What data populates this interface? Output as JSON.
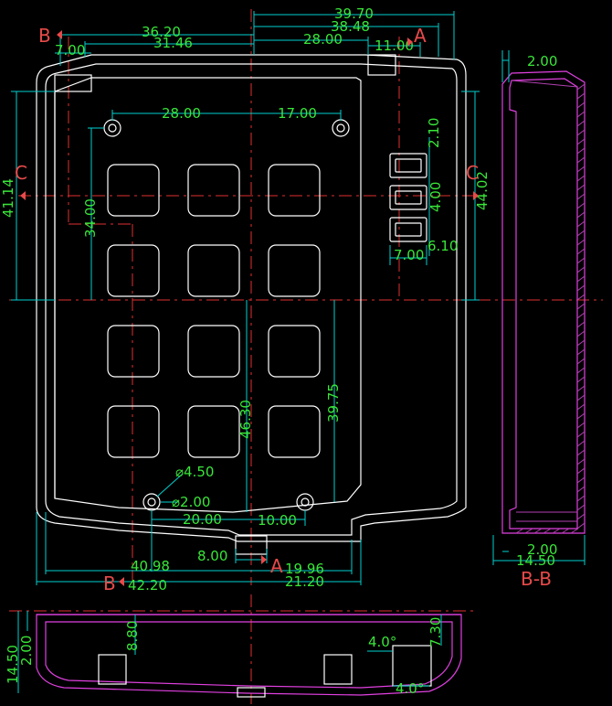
{
  "dimensions": {
    "top_39_70": "39.70",
    "top_38_48": "38.48",
    "top_36_20": "36.20",
    "top_31_46": "31.46",
    "top_28_00": "28.00",
    "top_11_00": "11.00",
    "top_7_00": "7.00",
    "holes_28_00": "28.00",
    "holes_17_00": "17.00",
    "right_2_10": "2.10",
    "right_4_00": "4.00",
    "right_6_10": "6.10",
    "right_7_00": "7.00",
    "right_44_02": "44.02",
    "left_41_14": "41.14",
    "left_34_00": "34.00",
    "mid_46_30": "46.30",
    "mid_39_75": "39.75",
    "hole_4_50": "⌀4.50",
    "hole_2_00": "⌀2.00",
    "bot_20_00": "20.00",
    "bot_10_00": "10.00",
    "bot_8_00": "8.00",
    "bot_40_98": "40.98",
    "bot_42_20": "42.20",
    "bot_19_96": "19.96",
    "bot_21_20": "21.20",
    "sec_2_00_top": "2.00",
    "sec_2_00_bot": "2.00",
    "sec_14_50": "14.50",
    "side_14_50": "14.50",
    "side_2_00": "2.00",
    "side_8_80": "8.80",
    "side_7_30": "7.30",
    "side_4_0_top": "4.0°",
    "side_4_0_bot": "4.0°"
  },
  "labels": {
    "b_top": "B",
    "a_top": "A",
    "a_bot": "A",
    "b_bot": "B",
    "c_left": "C",
    "c_right": "C",
    "section": "B-B"
  }
}
